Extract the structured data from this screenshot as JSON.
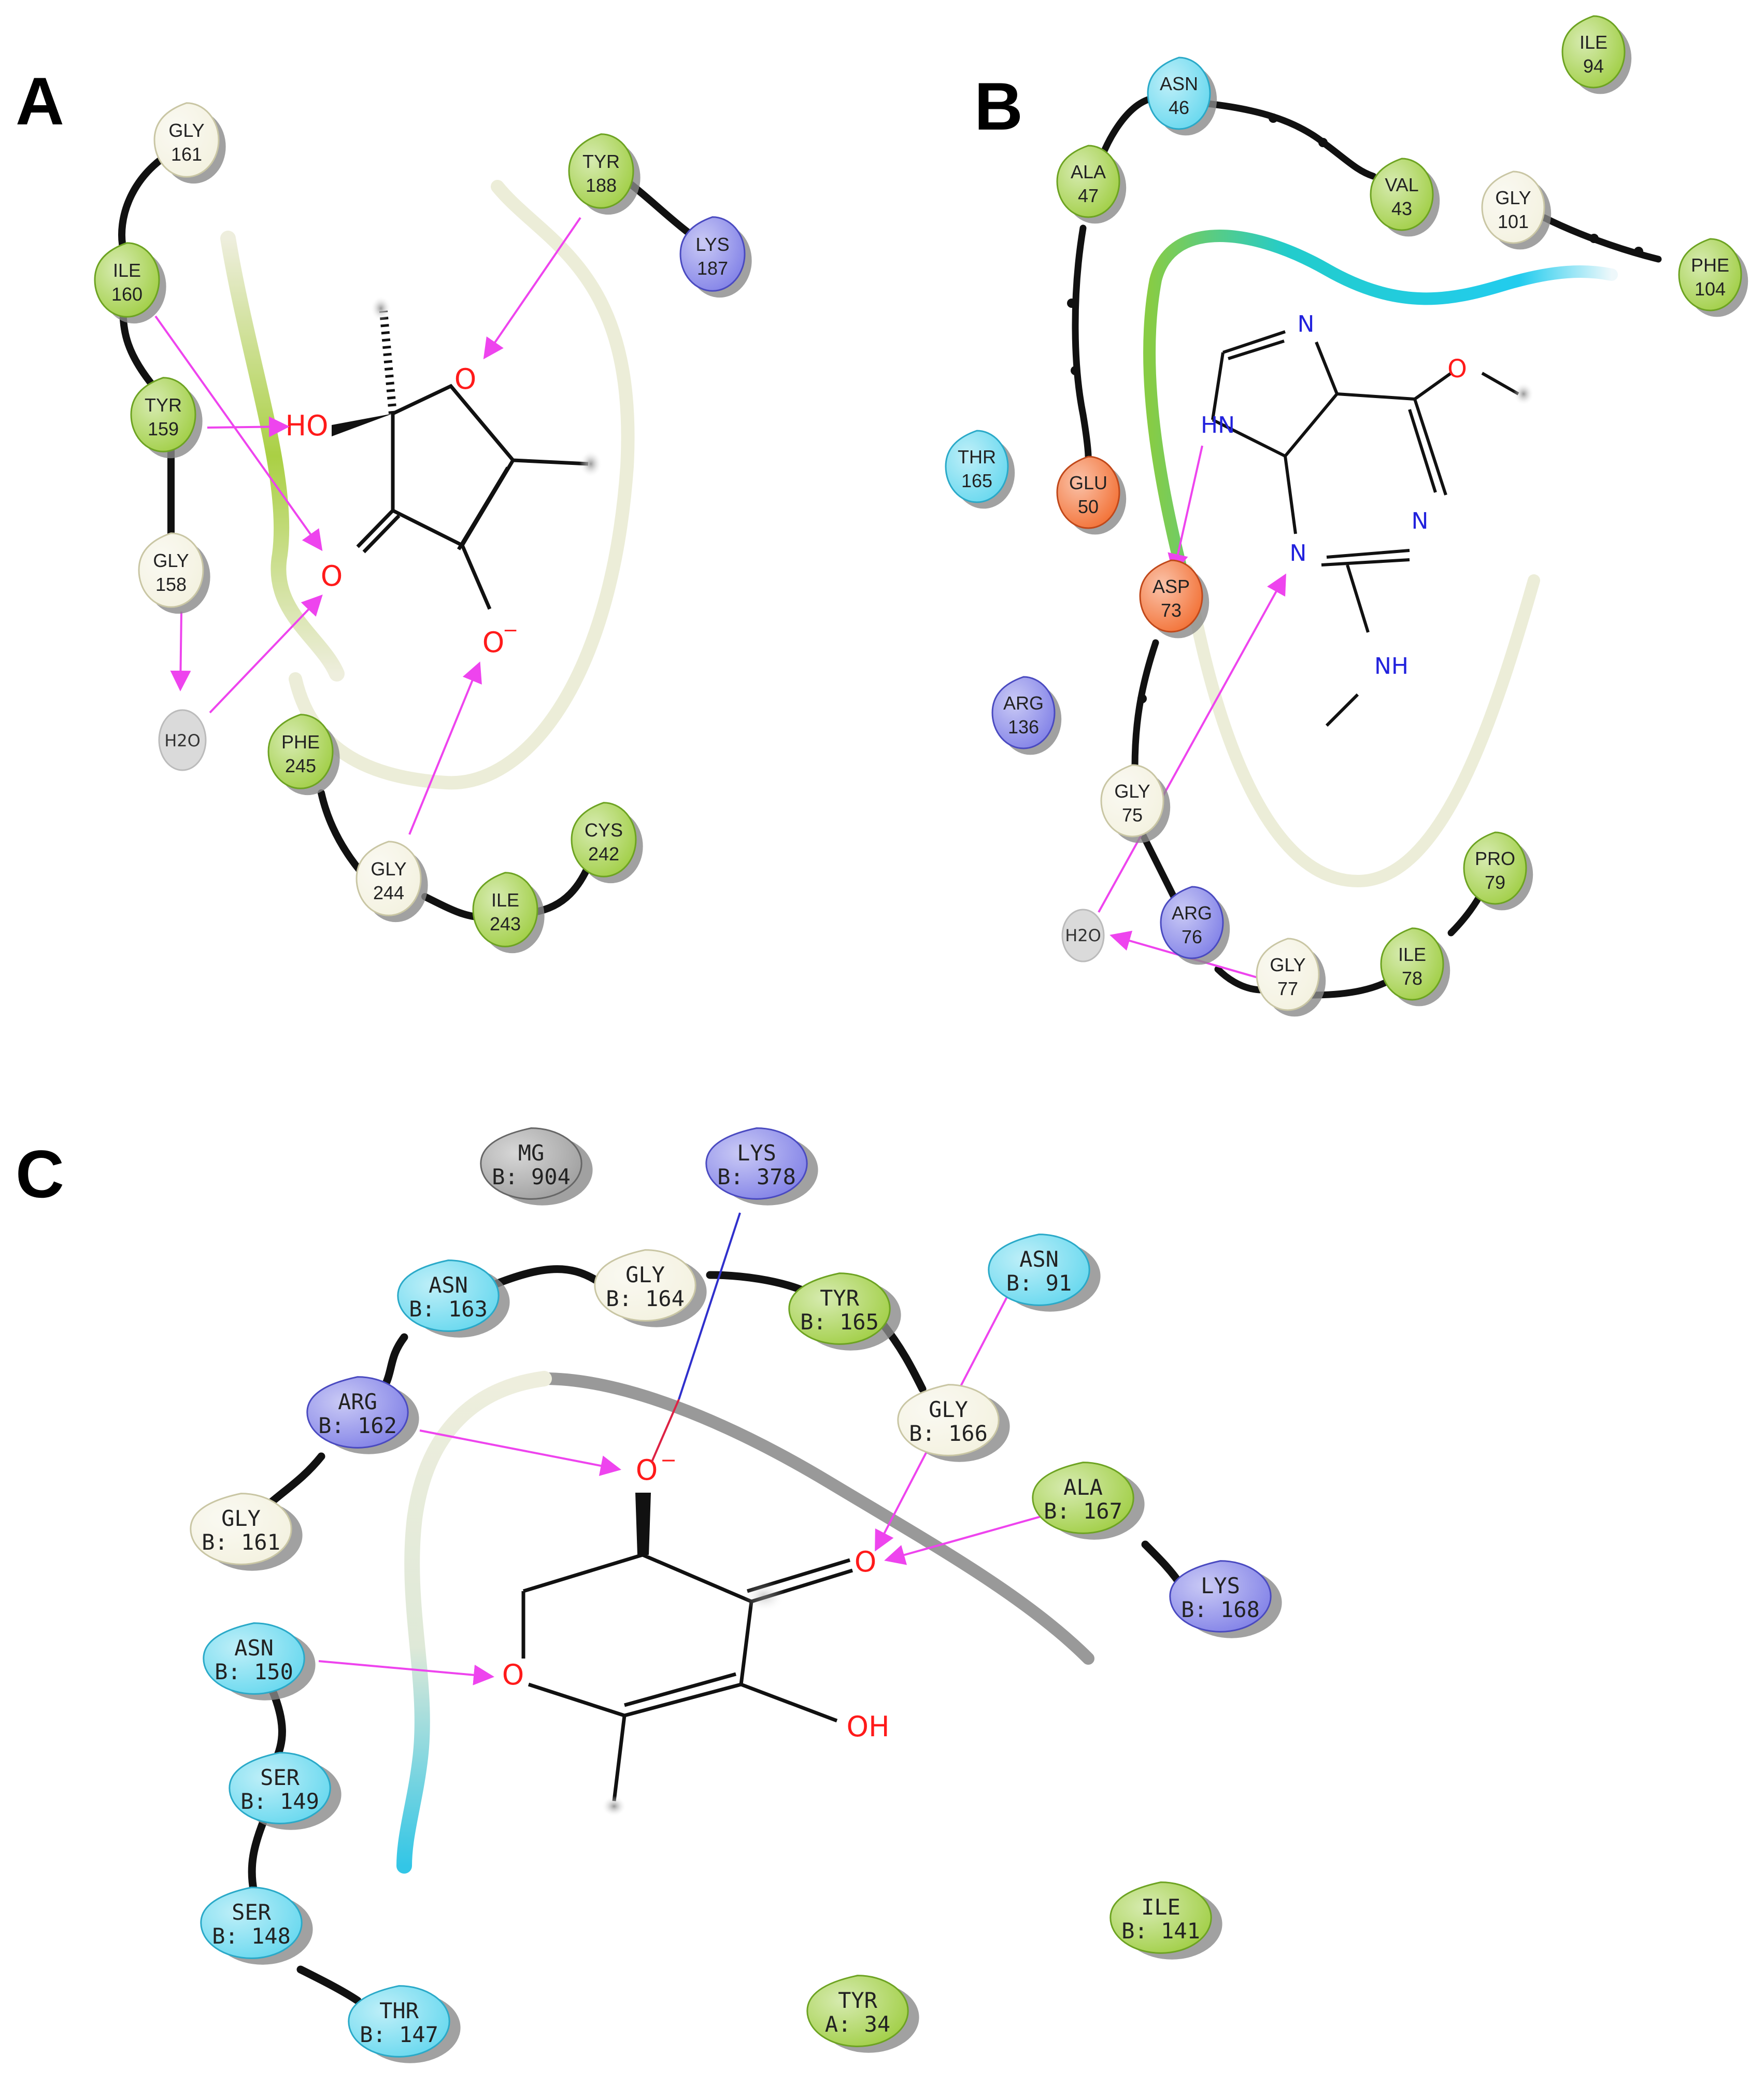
{
  "panels": {
    "a": {
      "label": "A",
      "residues": [
        {
          "id": "gly161",
          "name": "GLY",
          "num": "161"
        },
        {
          "id": "ile160",
          "name": "ILE",
          "num": "160"
        },
        {
          "id": "tyr159",
          "name": "TYR",
          "num": "159"
        },
        {
          "id": "gly158",
          "name": "GLY",
          "num": "158"
        },
        {
          "id": "tyr188",
          "name": "TYR",
          "num": "188"
        },
        {
          "id": "lys187",
          "name": "LYS",
          "num": "187"
        },
        {
          "id": "phe245",
          "name": "PHE",
          "num": "245"
        },
        {
          "id": "gly244",
          "name": "GLY",
          "num": "244"
        },
        {
          "id": "ile243",
          "name": "ILE",
          "num": "243"
        },
        {
          "id": "cys242",
          "name": "CYS",
          "num": "242"
        }
      ],
      "atoms": {
        "o_ring": "O",
        "ho": "HO",
        "o_keto": "O",
        "o_minus": "O",
        "minus": "−"
      },
      "water": "H2O"
    },
    "b": {
      "label": "B",
      "residues": [
        {
          "id": "asn46",
          "name": "ASN",
          "num": "46"
        },
        {
          "id": "ala47",
          "name": "ALA",
          "num": "47"
        },
        {
          "id": "val43",
          "name": "VAL",
          "num": "43"
        },
        {
          "id": "ile94",
          "name": "ILE",
          "num": "94"
        },
        {
          "id": "gly101",
          "name": "GLY",
          "num": "101"
        },
        {
          "id": "phe104",
          "name": "PHE",
          "num": "104"
        },
        {
          "id": "thr165",
          "name": "THR",
          "num": "165"
        },
        {
          "id": "glu50",
          "name": "GLU",
          "num": "50"
        },
        {
          "id": "asp73",
          "name": "ASP",
          "num": "73"
        },
        {
          "id": "arg136",
          "name": "ARG",
          "num": "136"
        },
        {
          "id": "gly75",
          "name": "GLY",
          "num": "75"
        },
        {
          "id": "arg76",
          "name": "ARG",
          "num": "76"
        },
        {
          "id": "gly77",
          "name": "GLY",
          "num": "77"
        },
        {
          "id": "ile78",
          "name": "ILE",
          "num": "78"
        },
        {
          "id": "pro79",
          "name": "PRO",
          "num": "79"
        }
      ],
      "atoms": {
        "n_top": "N",
        "hn": "HN",
        "o_methoxy": "O",
        "n_right": "N",
        "n_left": "N",
        "nh": "NH"
      },
      "water": "H2O"
    },
    "c": {
      "label": "C",
      "residues": [
        {
          "id": "mg904",
          "name": "MG",
          "num": "B: 904"
        },
        {
          "id": "lys378",
          "name": "LYS",
          "num": "B: 378"
        },
        {
          "id": "asn163",
          "name": "ASN",
          "num": "B: 163"
        },
        {
          "id": "gly164",
          "name": "GLY",
          "num": "B: 164"
        },
        {
          "id": "tyr165",
          "name": "TYR",
          "num": "B: 165"
        },
        {
          "id": "asn91",
          "name": "ASN",
          "num": "B: 91"
        },
        {
          "id": "arg162",
          "name": "ARG",
          "num": "B: 162"
        },
        {
          "id": "gly166",
          "name": "GLY",
          "num": "B: 166"
        },
        {
          "id": "gly161",
          "name": "GLY",
          "num": "B: 161"
        },
        {
          "id": "ala167",
          "name": "ALA",
          "num": "B: 167"
        },
        {
          "id": "lys168",
          "name": "LYS",
          "num": "B: 168"
        },
        {
          "id": "asn150",
          "name": "ASN",
          "num": "B: 150"
        },
        {
          "id": "ser149",
          "name": "SER",
          "num": "B: 149"
        },
        {
          "id": "ser148",
          "name": "SER",
          "num": "B: 148"
        },
        {
          "id": "thr147",
          "name": "THR",
          "num": "B: 147"
        },
        {
          "id": "ile141",
          "name": "ILE",
          "num": "B: 141"
        },
        {
          "id": "tyr34",
          "name": "TYR",
          "num": "A: 34"
        }
      ],
      "atoms": {
        "o_minus": "O",
        "minus": "−",
        "o_keto": "O",
        "o_ring": "O",
        "oh": "OH"
      }
    }
  },
  "colors": {
    "hydrophobic": "#9ccc3c",
    "glycine": "#f3f1de",
    "polar": "#5fd6ee",
    "positive": "#7b7be6",
    "negative": "#f2692a",
    "metal": "#9a9a9a",
    "hbond": "#ee44ee",
    "salt_bridge": "#3030cc",
    "backbone": "#111111"
  }
}
